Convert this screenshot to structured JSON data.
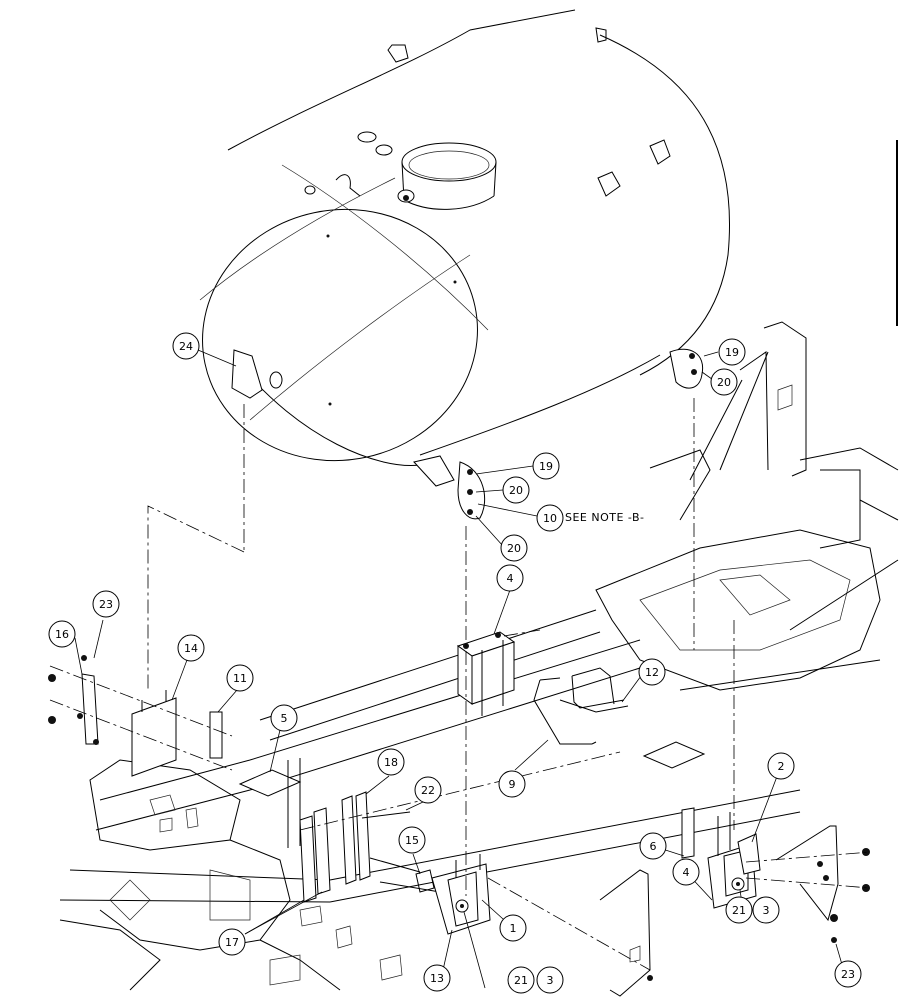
{
  "callouts": [
    {
      "id": "c24",
      "label": "24"
    },
    {
      "id": "c19a",
      "label": "19"
    },
    {
      "id": "c20a",
      "label": "20"
    },
    {
      "id": "c19b",
      "label": "19"
    },
    {
      "id": "c20b",
      "label": "20"
    },
    {
      "id": "c10",
      "label": "10"
    },
    {
      "id": "c20c",
      "label": "20"
    },
    {
      "id": "c4a",
      "label": "4"
    },
    {
      "id": "c23a",
      "label": "23"
    },
    {
      "id": "c16",
      "label": "16"
    },
    {
      "id": "c14",
      "label": "14"
    },
    {
      "id": "c11",
      "label": "11"
    },
    {
      "id": "c5",
      "label": "5"
    },
    {
      "id": "c12",
      "label": "12"
    },
    {
      "id": "c9",
      "label": "9"
    },
    {
      "id": "c18",
      "label": "18"
    },
    {
      "id": "c22",
      "label": "22"
    },
    {
      "id": "c15",
      "label": "15"
    },
    {
      "id": "c17",
      "label": "17"
    },
    {
      "id": "c1",
      "label": "1"
    },
    {
      "id": "c13",
      "label": "13"
    },
    {
      "id": "c21a",
      "label": "21"
    },
    {
      "id": "c3a",
      "label": "3"
    },
    {
      "id": "c2",
      "label": "2"
    },
    {
      "id": "c6",
      "label": "6"
    },
    {
      "id": "c4b",
      "label": "4"
    },
    {
      "id": "c21b",
      "label": "21"
    },
    {
      "id": "c3b",
      "label": "3"
    },
    {
      "id": "c23b",
      "label": "23"
    }
  ],
  "note": "SEE NOTE -B-"
}
